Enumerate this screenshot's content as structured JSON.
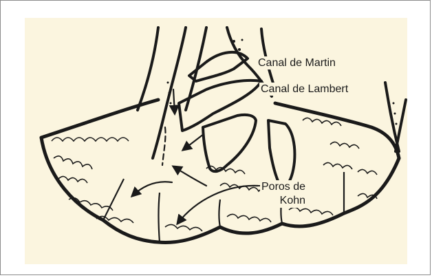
{
  "figure": {
    "labels": {
      "canal_martin": "Canal de Martin",
      "canal_lambert": "Canal de Lambert",
      "poros_kohn_line1": "Poros de",
      "poros_kohn_line2": "Kohn"
    },
    "colors": {
      "background": "#ffffff",
      "panel": "#fbf5df",
      "ink": "#1a1a1a",
      "frame": "#8a8a8a"
    }
  }
}
